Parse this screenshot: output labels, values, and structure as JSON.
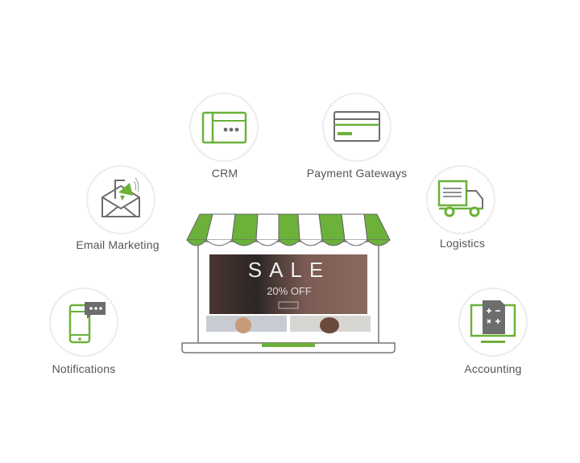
{
  "colors": {
    "accent": "#6bb13a",
    "icon_gray": "#6d6d6d",
    "circle_border": "#ececec",
    "label": "#555555"
  },
  "nodes": [
    {
      "label": "CRM",
      "icon": "browser-window-icon"
    },
    {
      "label": "Payment Gateways",
      "icon": "credit-card-icon"
    },
    {
      "label": "Email Marketing",
      "icon": "envelope-megaphone-icon"
    },
    {
      "label": "Logistics",
      "icon": "delivery-truck-icon"
    },
    {
      "label": "Notifications",
      "icon": "smartphone-chat-icon"
    },
    {
      "label": "Accounting",
      "icon": "calculator-monitor-icon"
    }
  ],
  "storefront": {
    "banner_title": "SALE",
    "banner_offer": "20% OFF",
    "icon": "laptop-store-awning-icon"
  }
}
